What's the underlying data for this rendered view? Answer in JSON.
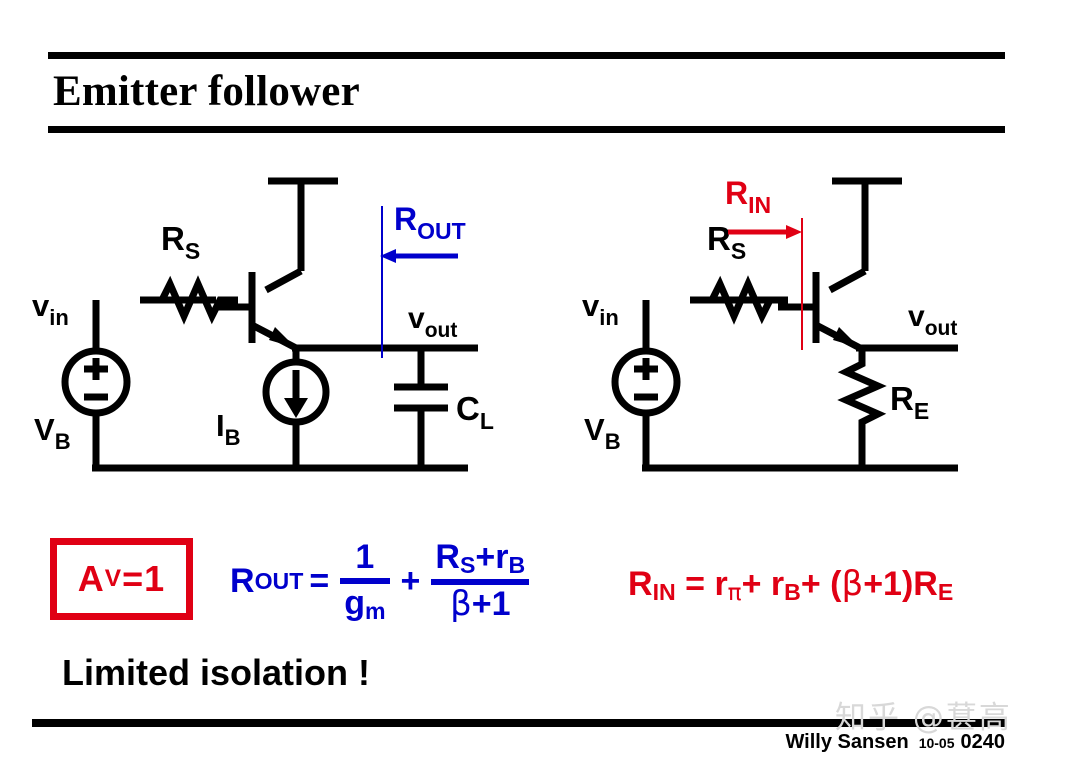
{
  "slide": {
    "title": "Emitter follower",
    "closing_note": "Limited isolation !"
  },
  "colors": {
    "blue": "#0000CC",
    "red": "#E00014",
    "black": "#000000",
    "watermark_gray": "#d8d8d8"
  },
  "left_circuit": {
    "name": "emitter-follower-output-resistance",
    "labels": {
      "source_in": "v",
      "source_in_sub": "in",
      "source_bias": "V",
      "source_bias_sub": "B",
      "series_res": "R",
      "series_res_sub": "S",
      "bias_current": "I",
      "bias_current_sub": "B",
      "load_cap": "C",
      "load_cap_sub": "L",
      "out_node": "v",
      "out_node_sub": "out",
      "marker": "R",
      "marker_sub": "OUT",
      "marker_direction": "left"
    }
  },
  "right_circuit": {
    "name": "emitter-follower-input-resistance",
    "labels": {
      "source_in": "v",
      "source_in_sub": "in",
      "source_bias": "V",
      "source_bias_sub": "B",
      "series_res": "R",
      "series_res_sub": "S",
      "emitter_res": "R",
      "emitter_res_sub": "E",
      "out_node": "v",
      "out_node_sub": "out",
      "marker": "R",
      "marker_sub": "IN",
      "marker_direction": "right"
    }
  },
  "equations": {
    "gain": {
      "lhs": "A",
      "lhs_sub": "V",
      "eq": " = ",
      "rhs": "1",
      "full": "A_V = 1",
      "boxed": true,
      "color": "#E00014"
    },
    "r_out": {
      "lhs": "R",
      "lhs_sub": "OUT",
      "eq": "=",
      "term1_num": "1",
      "term1_den": "g",
      "term1_den_sub": "m",
      "plus": "+",
      "term2_num_a": "R",
      "term2_num_a_sub": "S",
      "term2_num_plus": "+r",
      "term2_num_b_sub": "B",
      "term2_den_beta": "β",
      "term2_den_plus1": "+1",
      "full": "R_OUT = 1/g_m + (R_S+r_B)/(β+1)",
      "color": "#0000CC"
    },
    "r_in": {
      "lhs": "R",
      "lhs_sub": "IN",
      "eq": " = ",
      "t1": "r",
      "t1_sub": "π",
      "op1": "+ ",
      "t2": "r",
      "t2_sub": "B",
      "op2": "+ ",
      "open_paren": "(",
      "beta": "β",
      "plus1": "+1",
      "close_paren": ")",
      "t3": "R",
      "t3_sub": "E",
      "full": "R_IN = r_π + r_B + (β+1)R_E",
      "color": "#E00014"
    }
  },
  "footer": {
    "author": "Willy Sansen",
    "date": "10-05",
    "page": "0240"
  },
  "watermark": {
    "text": "知乎 @葚高"
  }
}
